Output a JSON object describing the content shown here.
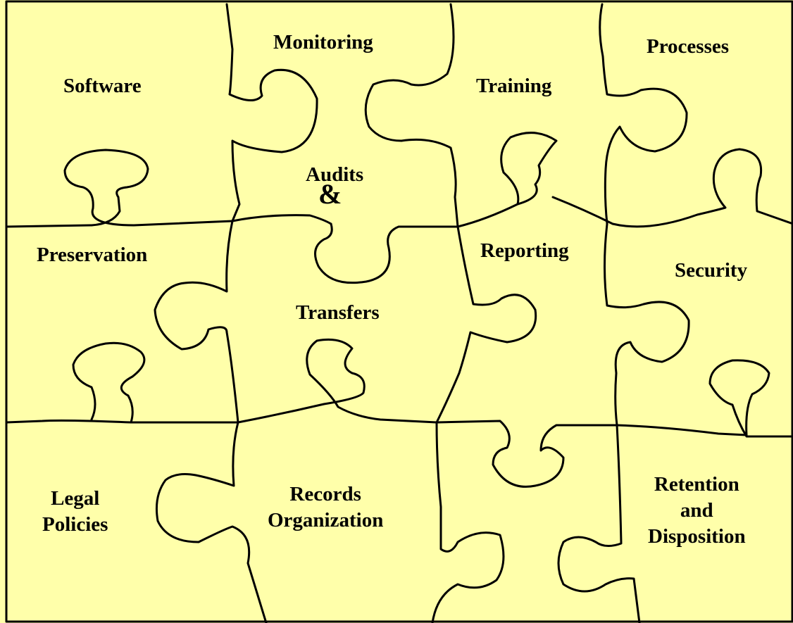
{
  "colors": {
    "piece_fill": "#FFFFAA",
    "outline": "#000000"
  },
  "pieces": {
    "software": "Software",
    "monitoring": "Monitoring",
    "training": "Training",
    "processes": "Processes",
    "audits": "Audits",
    "ampersand": "&",
    "preservation": "Preservation",
    "reporting": "Reporting",
    "security": "Security",
    "transfers": "Transfers",
    "legal": {
      "line1": "Legal",
      "line2": "Policies"
    },
    "records": {
      "line1": "Records",
      "line2": "Organization"
    },
    "retention": {
      "line1": "Retention",
      "line2": "and",
      "line3": "Disposition"
    }
  }
}
